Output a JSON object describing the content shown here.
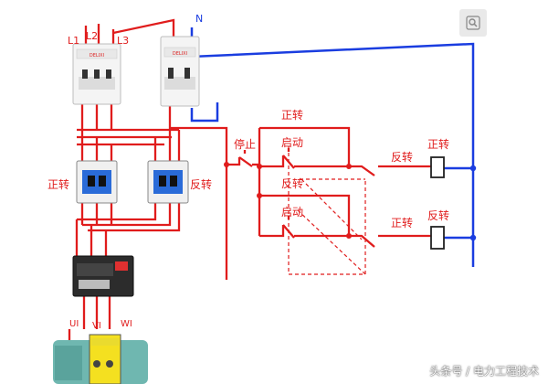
{
  "labels": {
    "L1": "L1",
    "L2": "L2",
    "L3": "L3",
    "N": "N",
    "forward_left": "正转",
    "reverse_left": "反转",
    "stop": "停止",
    "forward_top": "正转",
    "start_top": "启动",
    "reverse_mid": "反转",
    "start_bottom": "启动",
    "reverse_right": "反转",
    "forward_right": "正转",
    "forward_bottom": "正转",
    "reverse_bottom": "反转",
    "U1": "UI",
    "V1": "VI",
    "W1": "WI"
  },
  "watermark": "头条号 / 电力工程技术",
  "icons": {
    "search": "search-icon"
  },
  "colors": {
    "wire_red": "#e01c1c",
    "wire_blue": "#1a3de0",
    "device_body": "#f2f2f2",
    "contactor_blue": "#2a6bd8",
    "motor_teal": "#6fb7b0",
    "terminal_yellow": "#f4e020"
  }
}
